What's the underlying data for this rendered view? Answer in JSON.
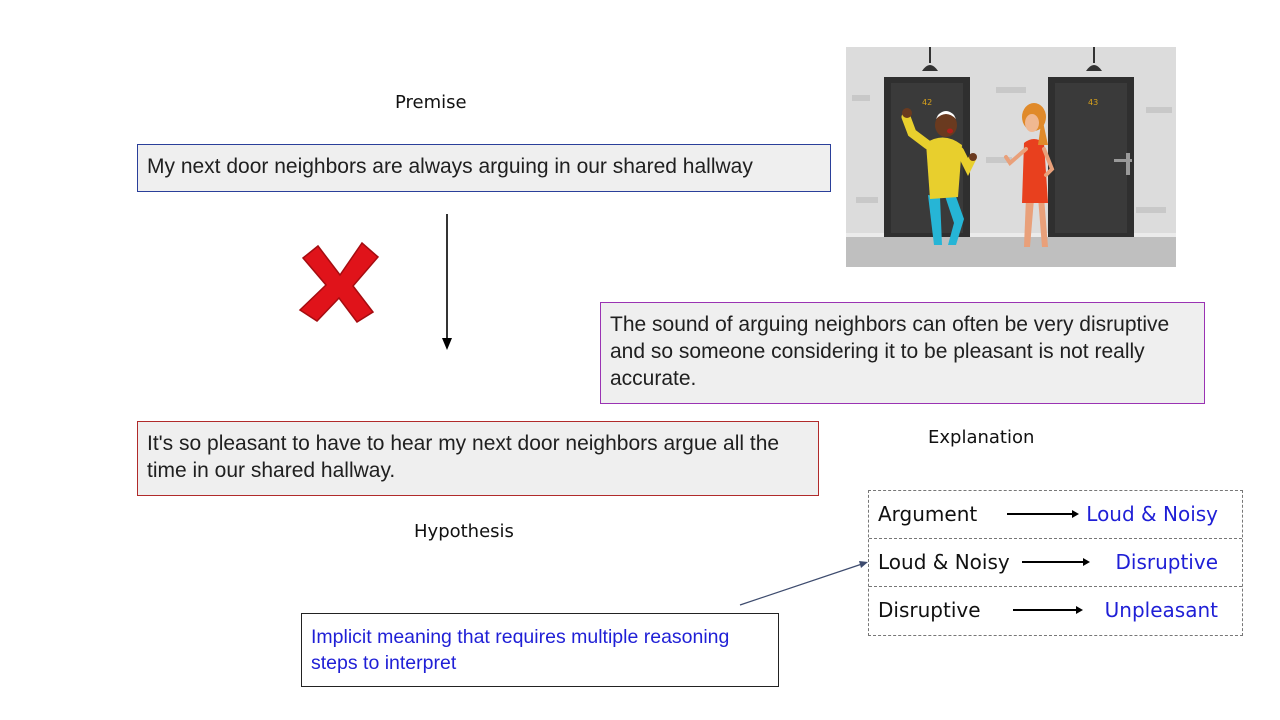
{
  "premise": {
    "label": "Premise",
    "text": "My next door neighbors are always arguing in our shared hallway"
  },
  "hypothesis": {
    "label": "Hypothesis",
    "text": "It's so pleasant to have to hear my next door neighbors argue all the time in our shared hallway."
  },
  "explanation": {
    "label": "Explanation",
    "text": "The sound of arguing neighbors can often be very disruptive and so someone considering it to be pleasant is not really accurate."
  },
  "implicit_note": {
    "text": "Implicit meaning that requires multiple reasoning steps to interpret"
  },
  "reasoning_steps": [
    {
      "from": "Argument",
      "to": "Loud & Noisy"
    },
    {
      "from": "Loud & Noisy",
      "to": "Disruptive"
    },
    {
      "from": "Disruptive",
      "to": "Unpleasant"
    }
  ],
  "illustration": {
    "door_left_number": "42",
    "door_right_number": "43"
  },
  "colors": {
    "premise_border": "#2a3f9a",
    "hypothesis_border": "#b02a2a",
    "explanation_border": "#9a33b3",
    "implicit_text": "#1f1fd6",
    "cross": "#e0131a"
  }
}
